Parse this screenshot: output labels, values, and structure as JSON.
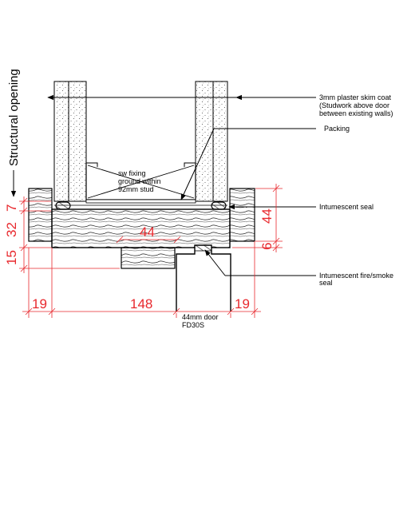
{
  "side_label": "Structural opening",
  "annotations": {
    "plaster": [
      "3mm plaster skim coat",
      "(Studwork above door",
      "between existing walls)"
    ],
    "packing": "Packing",
    "stud_note": [
      "sw fixing",
      "ground within",
      "92mm stud"
    ],
    "intumescent_seal": "Intumescent seal",
    "fire_smoke_seal": [
      "Intumescent fire/smoke",
      "seal"
    ],
    "door_note": [
      "44mm door",
      "FD30S"
    ]
  },
  "dimensions": {
    "d7": "7",
    "d32": "32",
    "d15": "15",
    "d44_frame": "44",
    "d44_right": "44",
    "d6": "6",
    "d19_left": "19",
    "d148": "148",
    "d19_right": "19"
  },
  "colors": {
    "line": "#000000",
    "dimension": "#e8282d",
    "background": "#ffffff"
  }
}
